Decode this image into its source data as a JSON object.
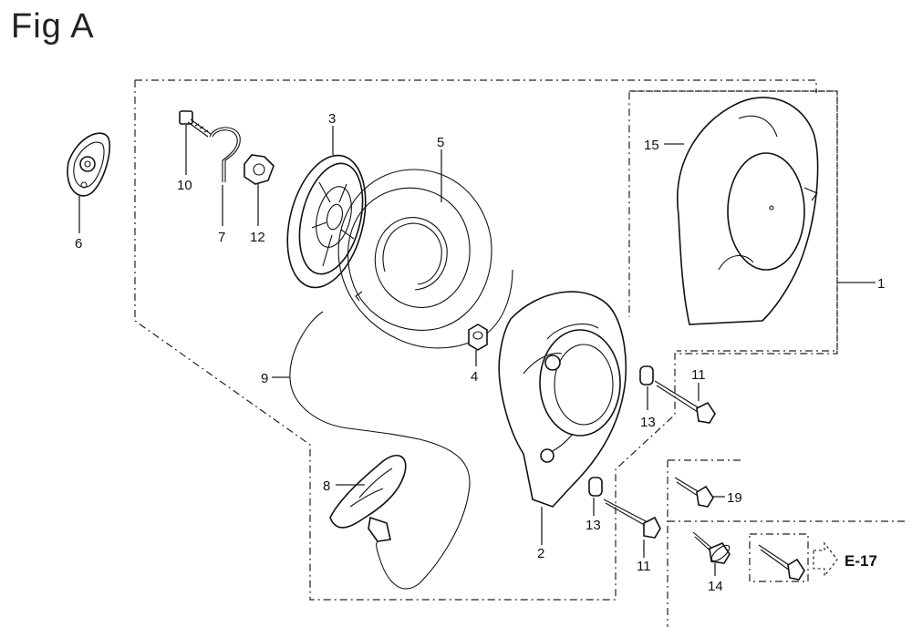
{
  "title": "Fig A",
  "ref": "E-17",
  "callouts": {
    "c1": "1",
    "c2": "2",
    "c3": "3",
    "c4": "4",
    "c5": "5",
    "c6": "6",
    "c7": "7",
    "c8": "8",
    "c9": "9",
    "c10": "10",
    "c11a": "11",
    "c11b": "11",
    "c12": "12",
    "c13a": "13",
    "c13b": "13",
    "c14": "14",
    "c15": "15",
    "c19": "19"
  }
}
